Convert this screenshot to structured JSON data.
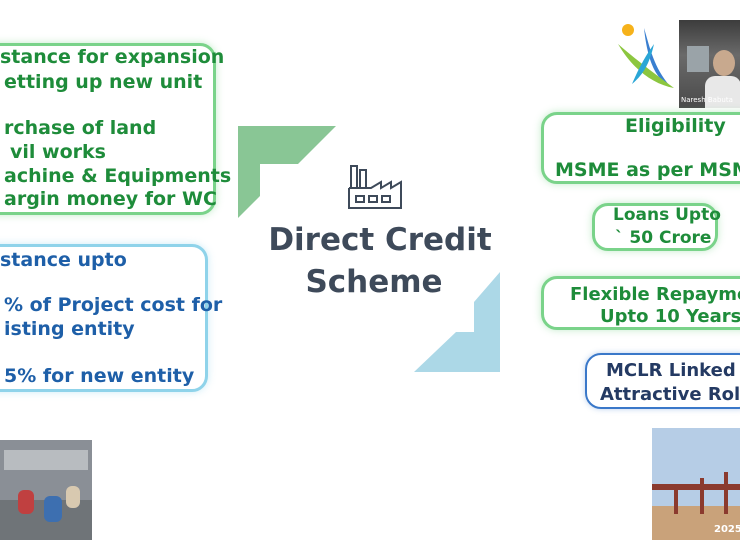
{
  "center": {
    "title_line1": "Direct  Credit",
    "title_line2": "Scheme"
  },
  "left_top": {
    "l1": "stance for expansion",
    "l2": "etting up new unit",
    "l3": "rchase of land",
    "l4": "vil works",
    "l5": "achine & Equipments",
    "l6": "argin money for WC"
  },
  "left_bottom": {
    "l1": "stance upto",
    "l2": "% of Project cost for",
    "l3": "isting entity",
    "l4": "5% for new entity"
  },
  "right": {
    "eligibility_title": "Eligibility",
    "eligibility_text": "MSME as per MSME",
    "loans_l1": "Loans Upto",
    "loans_l2": "` 50 Crore",
    "flex_l1": "Flexible Repayme",
    "flex_l2": "Upto 10 Years",
    "mclr_l1": "MCLR Linked",
    "mclr_l2": "Attractive  Rol"
  },
  "video": {
    "participant_name": "Naresh Babuta"
  },
  "bottom_right_photo": {
    "year": "2025"
  },
  "colors": {
    "green_text": "#1e8c3a",
    "blue_text": "#1e5fa8",
    "navy_text": "#243a63",
    "title_gray": "#3e4a5a",
    "corner_green": "#7cc08a",
    "corner_blue": "#a8d6e6"
  }
}
